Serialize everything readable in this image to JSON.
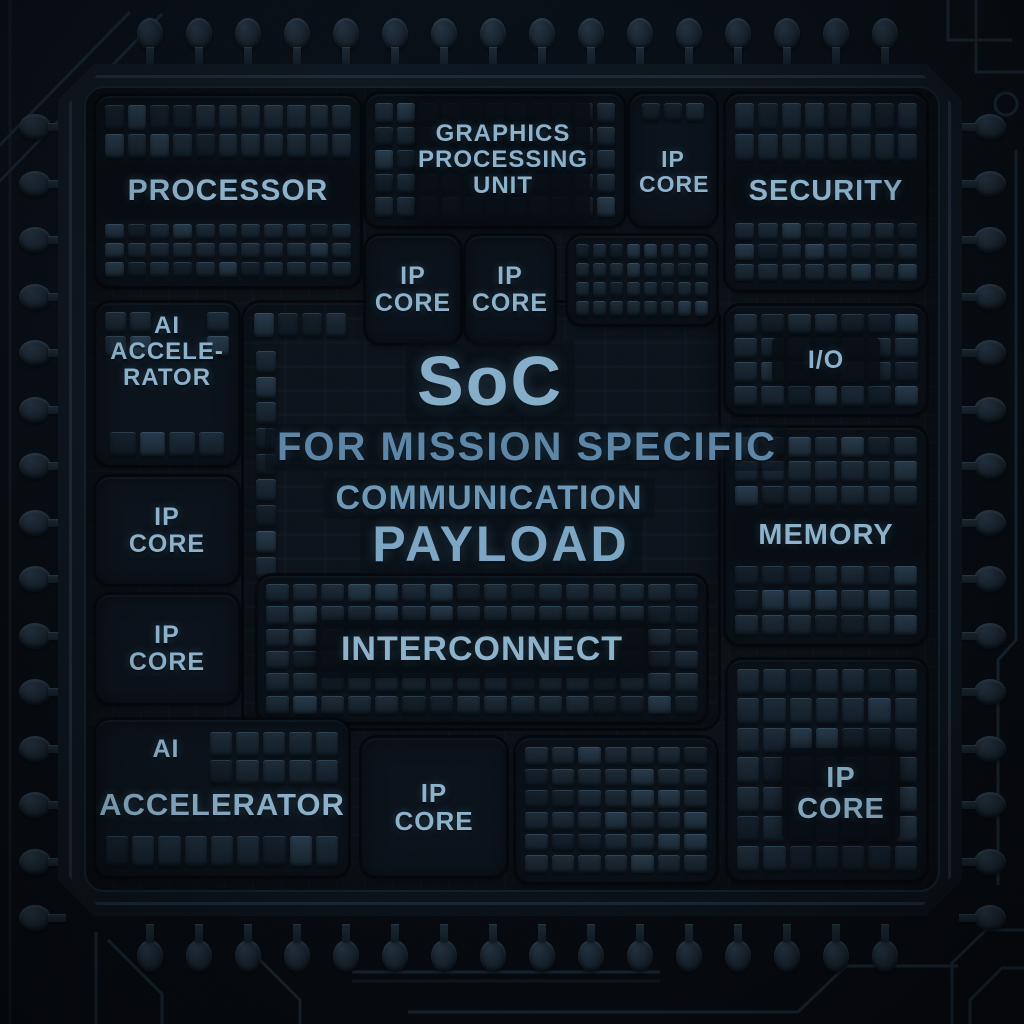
{
  "center_text": {
    "soc": "SoC",
    "line2": "FOR MISSION SPECIFIC",
    "line3": "COMMUNICATION",
    "line4": "PAYLOAD"
  },
  "blocks": {
    "processor": {
      "label": "PROCESSOR"
    },
    "gpu": {
      "line1": "GRAPHICS",
      "line2": "PROCESSING",
      "line3": "UNIT"
    },
    "ip_core_top": {
      "line1": "IP",
      "line2": "CORE"
    },
    "security": {
      "label": "SECURITY"
    },
    "ip_core_mid_a": {
      "line1": "IP",
      "line2": "CORE"
    },
    "ip_core_mid_b": {
      "line1": "IP",
      "line2": "CORE"
    },
    "ai_accelerator_left": {
      "line1": "AI",
      "line2": "ACCELE-",
      "line3": "RATOR"
    },
    "io": {
      "label": "I/O"
    },
    "memory": {
      "label": "MEMORY"
    },
    "ip_core_left_a": {
      "line1": "IP",
      "line2": "CORE"
    },
    "ip_core_left_b": {
      "line1": "IP",
      "line2": "CORE"
    },
    "interconnect": {
      "label": "INTERCONNECT"
    },
    "ai_accelerator_bottom": {
      "line1": "AI",
      "line2": "ACCELERATOR"
    },
    "ip_core_bottom": {
      "line1": "IP",
      "line2": "CORE"
    },
    "ip_core_right": {
      "line1": "IP",
      "line2": "CORE"
    }
  },
  "colors": {
    "background": "#05090e",
    "package": "#0c141c",
    "die": "#0a1016",
    "block": "#0a1119",
    "cell": "#16242f",
    "block_label": "#8db2cb",
    "soc_text": "#86aec9",
    "subtitle_text": "#5d86a7",
    "communication_text": "#6e99b8",
    "payload_text": "#7ca6c4"
  }
}
